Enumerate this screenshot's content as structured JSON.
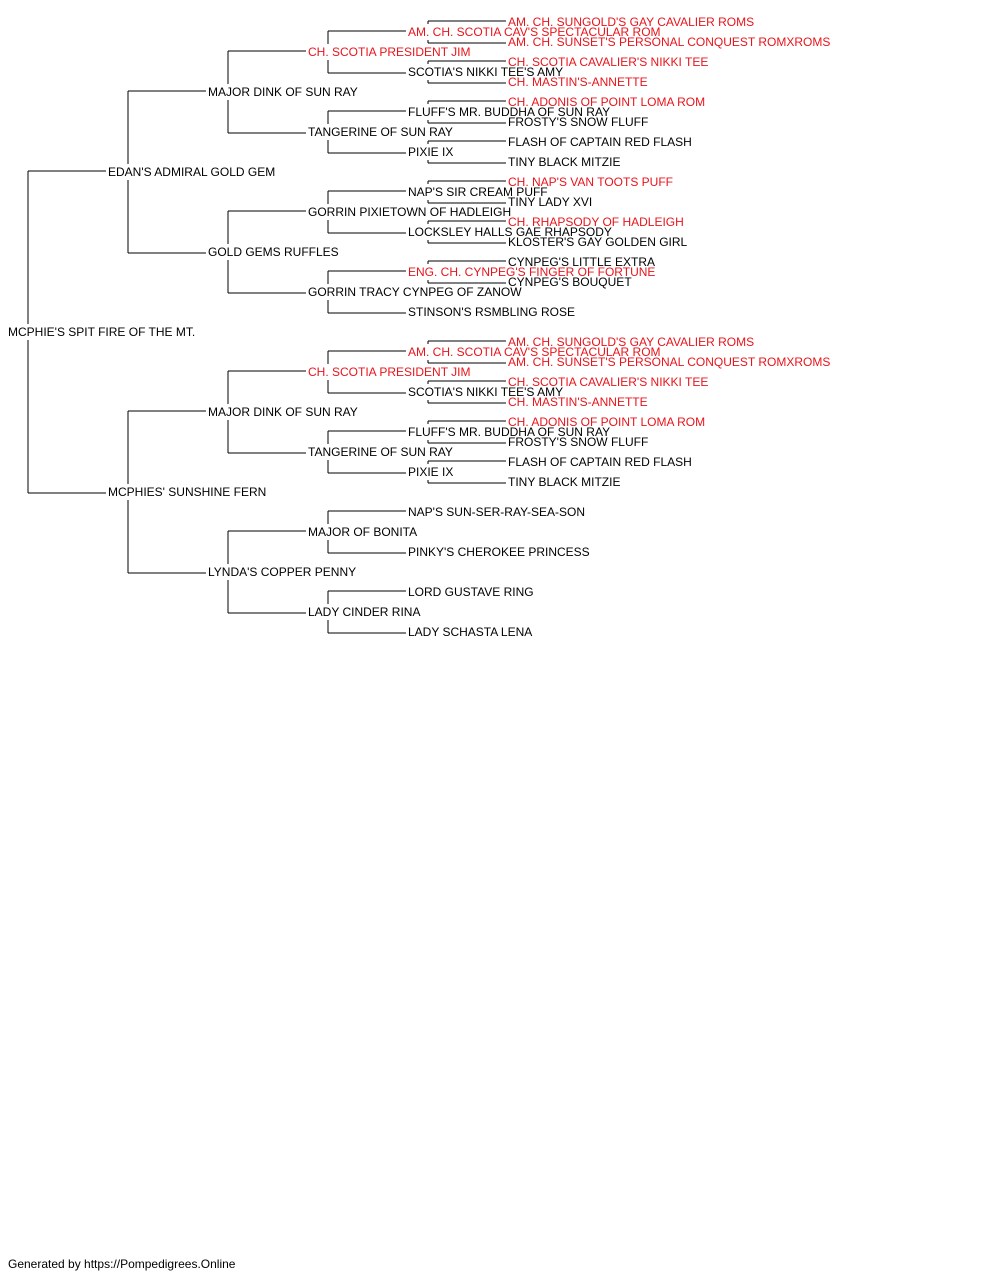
{
  "colors": {
    "text": "#000000",
    "champion": "#e8141b",
    "line": "#000000"
  },
  "subject": {
    "name": "MCPHIE'S SPIT FIRE OF THE MT.",
    "champion": false
  },
  "pedigree": [
    {
      "name": "EDAN'S ADMIRAL GOLD GEM",
      "champion": false
    },
    {
      "name": "MCPHIES' SUNSHINE FERN",
      "champion": false
    },
    {
      "name": "MAJOR DINK OF SUN RAY",
      "champion": false
    },
    {
      "name": "GOLD GEMS RUFFLES",
      "champion": false
    },
    {
      "name": "MAJOR DINK OF SUN RAY",
      "champion": false
    },
    {
      "name": "LYNDA'S COPPER PENNY",
      "champion": false
    },
    {
      "name": "CH. SCOTIA PRESIDENT JIM",
      "champion": true
    },
    {
      "name": "TANGERINE OF SUN RAY",
      "champion": false
    },
    {
      "name": "GORRIN PIXIETOWN OF HADLEIGH",
      "champion": false
    },
    {
      "name": "GORRIN TRACY CYNPEG OF ZANOW",
      "champion": false
    },
    {
      "name": "CH. SCOTIA PRESIDENT JIM",
      "champion": true
    },
    {
      "name": "TANGERINE OF SUN RAY",
      "champion": false
    },
    {
      "name": "MAJOR OF BONITA",
      "champion": false
    },
    {
      "name": "LADY CINDER RINA",
      "champion": false
    },
    {
      "name": "AM. CH. SCOTIA CAV'S SPECTACULAR ROM",
      "champion": true
    },
    {
      "name": "SCOTIA'S NIKKI TEE'S AMY",
      "champion": false
    },
    {
      "name": "FLUFF'S MR. BUDDHA OF SUN RAY",
      "champion": false
    },
    {
      "name": "PIXIE IX",
      "champion": false
    },
    {
      "name": "NAP'S SIR CREAM PUFF",
      "champion": false
    },
    {
      "name": "LOCKSLEY HALLS GAE RHAPSODY",
      "champion": false
    },
    {
      "name": "ENG. CH. CYNPEG'S FINGER OF FORTUNE",
      "champion": true
    },
    {
      "name": "STINSON'S RSMBLING ROSE",
      "champion": false
    },
    {
      "name": "AM. CH. SCOTIA CAV'S SPECTACULAR ROM",
      "champion": true
    },
    {
      "name": "SCOTIA'S NIKKI TEE'S AMY",
      "champion": false
    },
    {
      "name": "FLUFF'S MR. BUDDHA OF SUN RAY",
      "champion": false
    },
    {
      "name": "PIXIE IX",
      "champion": false
    },
    {
      "name": "NAP'S SUN-SER-RAY-SEA-SON",
      "champion": false
    },
    {
      "name": "PINKY'S CHEROKEE PRINCESS",
      "champion": false
    },
    {
      "name": "LORD GUSTAVE RING",
      "champion": false
    },
    {
      "name": "LADY SCHASTA LENA",
      "champion": false
    },
    {
      "name": "AM. CH. SUNGOLD'S GAY CAVALIER ROMS",
      "champion": true
    },
    {
      "name": "AM. CH. SUNSET'S PERSONAL CONQUEST ROMXROMS",
      "champion": true
    },
    {
      "name": "CH. SCOTIA CAVALIER'S NIKKI TEE",
      "champion": true
    },
    {
      "name": "CH. MASTIN'S-ANNETTE",
      "champion": true
    },
    {
      "name": "CH. ADONIS OF POINT LOMA ROM",
      "champion": true
    },
    {
      "name": "FROSTY'S SNOW FLUFF",
      "champion": false
    },
    {
      "name": "FLASH OF CAPTAIN RED FLASH",
      "champion": false
    },
    {
      "name": "TINY BLACK MITZIE",
      "champion": false
    },
    {
      "name": "CH. NAP'S VAN TOOTS PUFF",
      "champion": true
    },
    {
      "name": "TINY LADY XVI",
      "champion": false
    },
    {
      "name": "CH. RHAPSODY OF HADLEIGH",
      "champion": true
    },
    {
      "name": "KLOSTER'S GAY GOLDEN GIRL",
      "champion": false
    },
    {
      "name": "CYNPEG'S LITTLE EXTRA",
      "champion": false
    },
    {
      "name": "CYNPEG'S BOUQUET",
      "champion": false
    },
    null,
    null,
    {
      "name": "AM. CH. SUNGOLD'S GAY CAVALIER ROMS",
      "champion": true
    },
    {
      "name": "AM. CH. SUNSET'S PERSONAL CONQUEST ROMXROMS",
      "champion": true
    },
    {
      "name": "CH. SCOTIA CAVALIER'S NIKKI TEE",
      "champion": true
    },
    {
      "name": "CH. MASTIN'S-ANNETTE",
      "champion": true
    },
    {
      "name": "CH. ADONIS OF POINT LOMA ROM",
      "champion": true
    },
    {
      "name": "FROSTY'S SNOW FLUFF",
      "champion": false
    },
    {
      "name": "FLASH OF CAPTAIN RED FLASH",
      "champion": false
    },
    {
      "name": "TINY BLACK MITZIE",
      "champion": false
    },
    null,
    null,
    null,
    null,
    null,
    null,
    null,
    null
  ],
  "footer": "Generated by https://Pompedigrees.Online"
}
